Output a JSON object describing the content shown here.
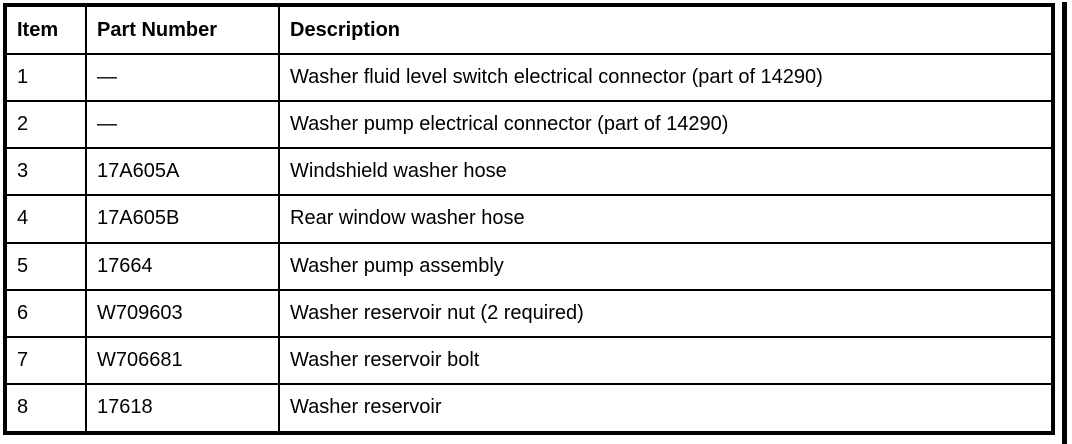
{
  "colors": {
    "border": "#000000",
    "background": "#ffffff",
    "text": "#000000"
  },
  "table": {
    "columns": [
      {
        "label": "Item"
      },
      {
        "label": "Part Number"
      },
      {
        "label": "Description"
      }
    ],
    "rows": [
      {
        "item": "1",
        "part_number": "—",
        "description": "Washer fluid level switch electrical connector (part of 14290)"
      },
      {
        "item": "2",
        "part_number": "—",
        "description": "Washer pump electrical connector (part of 14290)"
      },
      {
        "item": "3",
        "part_number": "17A605A",
        "description": "Windshield washer hose"
      },
      {
        "item": "4",
        "part_number": "17A605B",
        "description": "Rear window washer hose"
      },
      {
        "item": "5",
        "part_number": "17664",
        "description": "Washer pump assembly"
      },
      {
        "item": "6",
        "part_number": "W709603",
        "description": "Washer reservoir nut (2 required)"
      },
      {
        "item": "7",
        "part_number": "W706681",
        "description": "Washer reservoir bolt"
      },
      {
        "item": "8",
        "part_number": "17618",
        "description": "Washer reservoir"
      }
    ]
  }
}
